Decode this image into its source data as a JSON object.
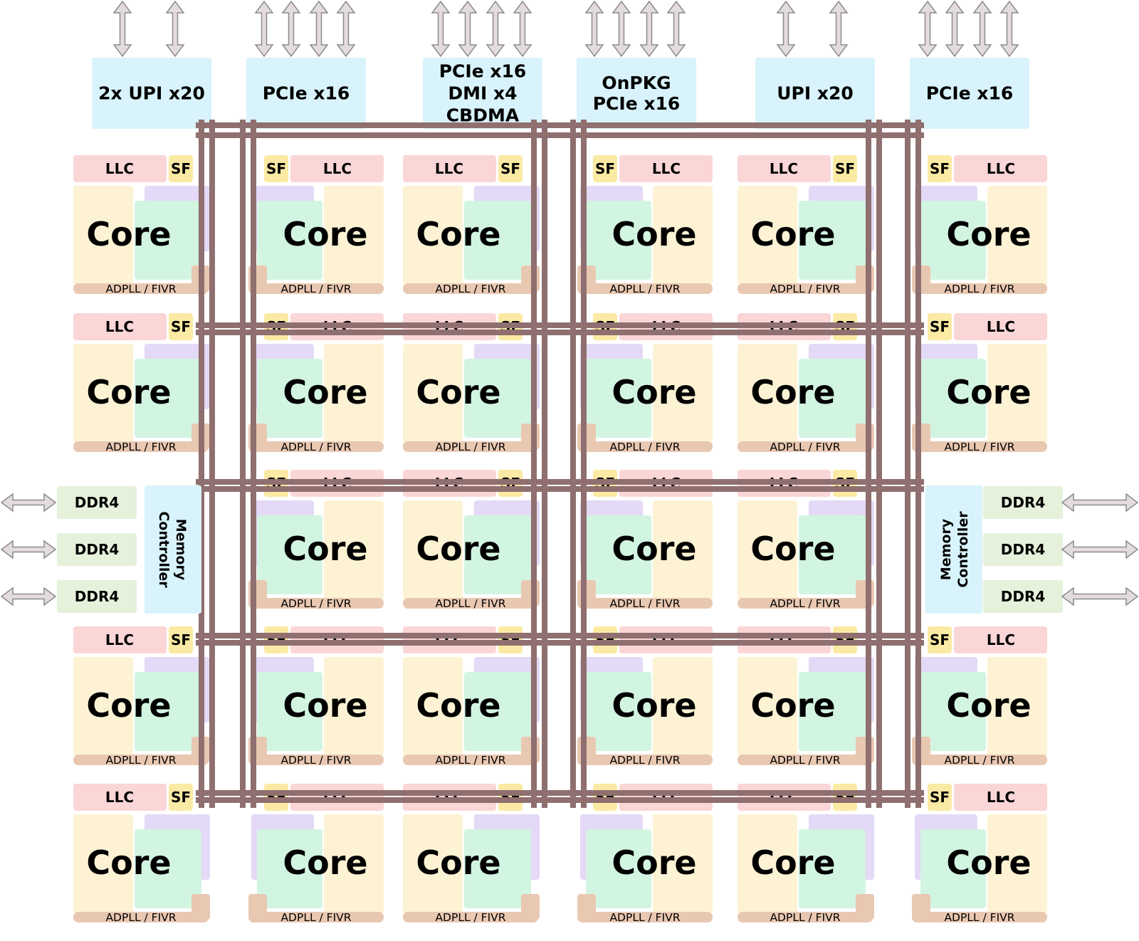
{
  "io_blocks": [
    {
      "lines": [
        "2x UPI x20"
      ],
      "arrows": 2
    },
    {
      "lines": [
        "PCIe x16"
      ],
      "arrows": 4
    },
    {
      "lines": [
        "PCIe x16",
        "DMI x4",
        "CBDMA"
      ],
      "arrows": 4
    },
    {
      "lines": [
        "OnPKG",
        "PCIe x16"
      ],
      "arrows": 4
    },
    {
      "lines": [
        "UPI x20"
      ],
      "arrows": 2
    },
    {
      "lines": [
        "PCIe x16"
      ],
      "arrows": 4
    }
  ],
  "labels": {
    "llc": "LLC",
    "sf": "SF",
    "core": "Core",
    "pll": "ADPLL / FIVR",
    "ddr": "DDR4",
    "memory_controller": [
      "Memory",
      "Controller"
    ]
  },
  "grid": {
    "rows": 5,
    "columns": 6,
    "memory_controller_row": 3
  },
  "colors": {
    "llc": "#fbd6d6",
    "sf": "#faeaa3",
    "core": "#fdf3d4",
    "core_cyan": "#d2f5e1",
    "core_lavender": "#e4d9f6",
    "pll": "#e9c8b2",
    "io": "#d8f3fb",
    "ddr": "#e6f1dc",
    "mesh": "#8f6f6f",
    "arrow_fill": "#e4dcdc",
    "arrow_stroke": "#8b8b8b"
  }
}
